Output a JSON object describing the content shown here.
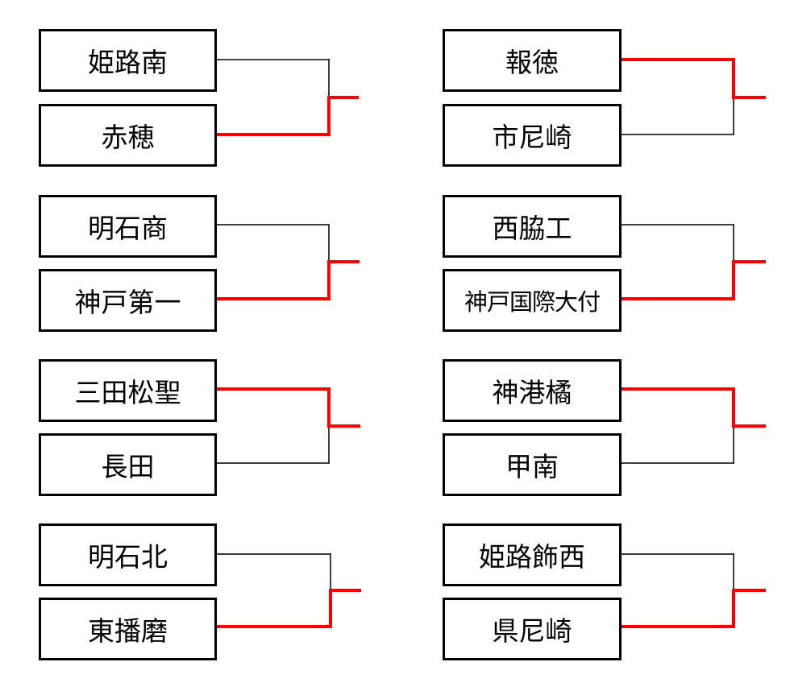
{
  "colors": {
    "winner_line": "#ff0000",
    "loser_line": "#000000",
    "box_border": "#000000"
  },
  "matches": [
    {
      "top": "姫路南",
      "bottom": "赤穂",
      "winner": "bottom"
    },
    {
      "top": "明石商",
      "bottom": "神戸第一",
      "winner": "bottom"
    },
    {
      "top": "三田松聖",
      "bottom": "長田",
      "winner": "top"
    },
    {
      "top": "明石北",
      "bottom": "東播磨",
      "winner": "bottom"
    },
    {
      "top": "報徳",
      "bottom": "市尼崎",
      "winner": "top"
    },
    {
      "top": "西脇工",
      "bottom": "神戸国際大付",
      "winner": "bottom"
    },
    {
      "top": "神港橘",
      "bottom": "甲南",
      "winner": "top"
    },
    {
      "top": "姫路飾西",
      "bottom": "県尼崎",
      "winner": "bottom"
    }
  ]
}
